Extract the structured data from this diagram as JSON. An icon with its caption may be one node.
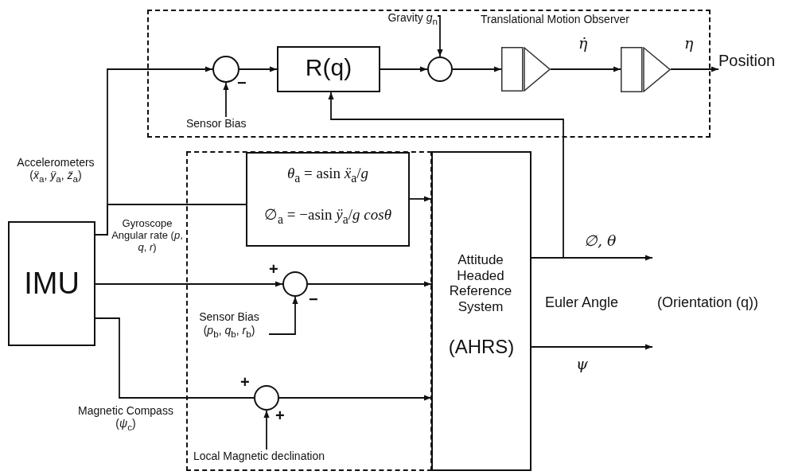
{
  "diagram": {
    "nodes": [
      {
        "text": [
          "Translational Motion Observer"
        ]
      },
      {
        "text": [
          "Gravity *g*$_{n}$"
        ],
        "in": 0
      },
      {
        "text": [],
        "shape": "circle",
        "in": 0,
        "beside": [
          "−"
        ]
      },
      {
        "text": [
          "R(q)"
        ],
        "in": 0
      },
      {
        "text": [],
        "shape": "circle",
        "in": 0
      },
      {
        "text": [],
        "shape": "triangle",
        "in": 0
      },
      {
        "text": [],
        "shape": "triangle",
        "in": 0
      },
      {
        "text": [
          "Sensor Bias"
        ],
        "in": 0
      },
      {
        "text": [],
        "shape": "box"
      },
      {
        "text": [
          "*θ*$_{a}$ = asin *ẍ*$_{a}$/*g*",
          "∅$_{a}$ = −asin *ÿ*$_{a}$/*g cosθ*"
        ],
        "in": 8
      },
      {
        "text": [],
        "shape": "circle",
        "in": 8,
        "beside": [
          "+",
          "−"
        ]
      },
      {
        "text": [
          "Sensor Bias (*p*$_{b}$, *q*$_{b}$, *r*$_{b}$)"
        ],
        "in": 8
      },
      {
        "text": [],
        "shape": "circle",
        "in": 8,
        "beside": [
          "+",
          "+"
        ]
      },
      {
        "text": [
          "Local Magnetic declination"
        ],
        "in": 8
      },
      {
        "text": [
          "IMU"
        ]
      },
      {
        "text": [
          "Attitude Headed Reference System",
          "(AHRS)"
        ]
      },
      {
        "text": [
          "Position"
        ]
      }
    ],
    "edges": [
      {
        "from": 14,
        "to": 2,
        "arrow": "to"
      },
      {
        "from": 7,
        "to": 2,
        "arrow": "to"
      },
      {
        "from": 2,
        "to": 3,
        "arrow": "to"
      },
      {
        "from": 3,
        "to": 4,
        "arrow": "to"
      },
      {
        "from": 1,
        "to": 4,
        "arrow": "to"
      },
      {
        "from": 4,
        "to": 5,
        "arrow": "to"
      },
      {
        "from": 5,
        "to": 6,
        "arrow": "to",
        "label": "η̇"
      },
      {
        "from": 6,
        "to": 16,
        "arrow": "to",
        "label": "η"
      },
      {
        "from": 15,
        "to": 3,
        "arrow": "to"
      },
      {
        "from": 14,
        "to": 9,
        "arrow": "none"
      },
      {
        "from": 9,
        "to": 15,
        "arrow": "to"
      },
      {
        "from": 14,
        "to": 10,
        "arrow": "to"
      },
      {
        "from": 11,
        "to": 10,
        "arrow": "to"
      },
      {
        "from": 10,
        "to": 15,
        "arrow": "to"
      },
      {
        "from": 14,
        "to": 12,
        "arrow": "none"
      },
      {
        "from": 13,
        "to": 12,
        "arrow": "to"
      },
      {
        "from": 12,
        "to": 15,
        "arrow": "to"
      },
      {
        "from": 15,
        "to": null,
        "arrow": "to",
        "label": "∅, θ"
      },
      {
        "from": 15,
        "to": null,
        "arrow": "to",
        "label": "ψ"
      }
    ],
    "labels": [
      "Accelerometers (*ẍ*$_{a}$, *ÿ*$_{a}$, *z̈*$_{a}$)",
      "Gyroscope Angular rate (*p*, *q*, *r*)",
      "Euler Angle",
      "(Orientation (q))",
      "Magnetic Compass (*ψ*$_{c}$)"
    ]
  }
}
